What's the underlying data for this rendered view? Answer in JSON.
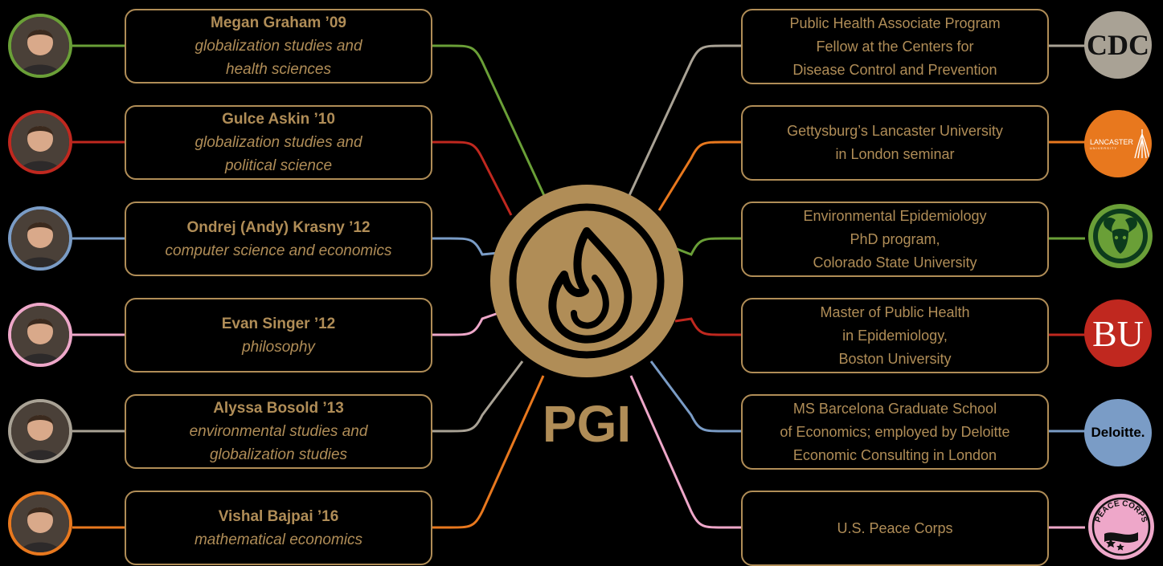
{
  "colors": {
    "gold": "#b08d57",
    "green": "#6a9f37",
    "red": "#c0281f",
    "blue": "#7a9cc6",
    "pink": "#eea7c9",
    "gray": "#a9a295",
    "orange": "#e8781e"
  },
  "center": {
    "label": "PGI",
    "emblem_icon": "flame-icon"
  },
  "alumni": [
    {
      "name": "Megan Graham ’09",
      "major_line1": "globalization studies and",
      "major_line2": "health sciences",
      "color": "#6a9f37"
    },
    {
      "name": "Gulce Askin ’10",
      "major_line1": "globalization studies and",
      "major_line2": "political science",
      "color": "#c0281f"
    },
    {
      "name": "Ondrej (Andy) Krasny ’12",
      "major_line1": "computer science and economics",
      "major_line2": "",
      "color": "#7a9cc6"
    },
    {
      "name": "Evan Singer ’12",
      "major_line1": "philosophy",
      "major_line2": "",
      "color": "#eea7c9"
    },
    {
      "name": "Alyssa Bosold ’13",
      "major_line1": "environmental studies and",
      "major_line2": "globalization studies",
      "color": "#a9a295"
    },
    {
      "name": "Vishal Bajpai ’16",
      "major_line1": "mathematical economics",
      "major_line2": "",
      "color": "#e8781e"
    }
  ],
  "destinations": [
    {
      "lines": [
        "Public Health Associate Program",
        "Fellow at the Centers for",
        "Disease Control and Prevention"
      ],
      "logo_text": "CDC",
      "logo_sub": "",
      "logo_icon": "cdc-logo-icon",
      "color": "#a9a295"
    },
    {
      "lines": [
        "Gettysburg’s Lancaster University",
        "in London seminar"
      ],
      "logo_text": "LANCASTER",
      "logo_sub": "UNIVERSITY",
      "logo_icon": "lancaster-logo-icon",
      "color": "#e8781e"
    },
    {
      "lines": [
        "Environmental Epidemiology",
        "PhD program,",
        "Colorado State University"
      ],
      "logo_text": "",
      "logo_sub": "",
      "logo_icon": "ram-logo-icon",
      "color": "#6a9f37"
    },
    {
      "lines": [
        "Master of Public Health",
        "in Epidemiology,",
        "Boston University"
      ],
      "logo_text": "BU",
      "logo_sub": "",
      "logo_icon": "bu-logo-icon",
      "color": "#c0281f"
    },
    {
      "lines": [
        "MS Barcelona Graduate School",
        "of Economics; employed by Deloitte",
        "Economic Consulting in London"
      ],
      "logo_text": "Deloitte.",
      "logo_sub": "",
      "logo_icon": "deloitte-logo-icon",
      "color": "#7a9cc6"
    },
    {
      "lines": [
        "U.S. Peace Corps"
      ],
      "logo_text": "PEACE CORPS",
      "logo_sub": "",
      "logo_icon": "peace-corps-logo-icon",
      "color": "#eea7c9"
    }
  ]
}
